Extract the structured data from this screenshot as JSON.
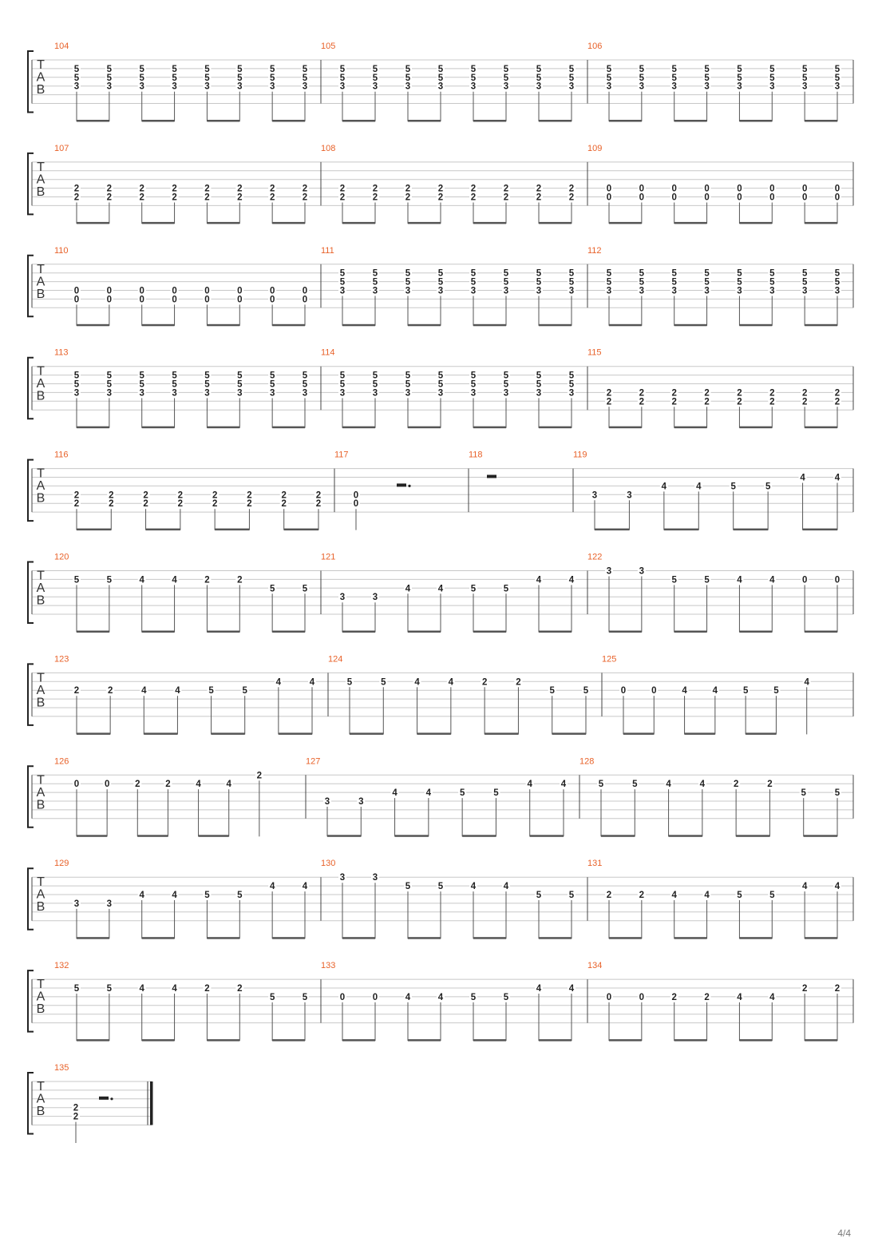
{
  "page": {
    "number": "4/4"
  },
  "clef": [
    "T",
    "A",
    "B"
  ],
  "colors": {
    "measure_number": "#e8622a",
    "staff_line": "#c8c8c8",
    "note": "#222222",
    "beam": "#555555"
  },
  "systems": [
    {
      "measures": [
        {
          "number": "104",
          "beats": [
            [
              "5@2",
              "5@3",
              "3@4"
            ],
            [
              "5@2",
              "5@3",
              "3@4"
            ],
            [
              "5@2",
              "5@3",
              "3@4"
            ],
            [
              "5@2",
              "5@3",
              "3@4"
            ],
            [
              "5@2",
              "5@3",
              "3@4"
            ],
            [
              "5@2",
              "5@3",
              "3@4"
            ],
            [
              "5@2",
              "5@3",
              "3@4"
            ],
            [
              "5@2",
              "5@3",
              "3@4"
            ]
          ]
        },
        {
          "number": "105",
          "beats": [
            [
              "5@2",
              "5@3",
              "3@4"
            ],
            [
              "5@2",
              "5@3",
              "3@4"
            ],
            [
              "5@2",
              "5@3",
              "3@4"
            ],
            [
              "5@2",
              "5@3",
              "3@4"
            ],
            [
              "5@2",
              "5@3",
              "3@4"
            ],
            [
              "5@2",
              "5@3",
              "3@4"
            ],
            [
              "5@2",
              "5@3",
              "3@4"
            ],
            [
              "5@2",
              "5@3",
              "3@4"
            ]
          ]
        },
        {
          "number": "106",
          "beats": [
            [
              "5@2",
              "5@3",
              "3@4"
            ],
            [
              "5@2",
              "5@3",
              "3@4"
            ],
            [
              "5@2",
              "5@3",
              "3@4"
            ],
            [
              "5@2",
              "5@3",
              "3@4"
            ],
            [
              "5@2",
              "5@3",
              "3@4"
            ],
            [
              "5@2",
              "5@3",
              "3@4"
            ],
            [
              "5@2",
              "5@3",
              "3@4"
            ],
            [
              "5@2",
              "5@3",
              "3@4"
            ]
          ]
        }
      ]
    },
    {
      "measures": [
        {
          "number": "107",
          "beats": [
            [
              "2@4",
              "2@5"
            ],
            [
              "2@4",
              "2@5"
            ],
            [
              "2@4",
              "2@5"
            ],
            [
              "2@4",
              "2@5"
            ],
            [
              "2@4",
              "2@5"
            ],
            [
              "2@4",
              "2@5"
            ],
            [
              "2@4",
              "2@5"
            ],
            [
              "2@4",
              "2@5"
            ]
          ]
        },
        {
          "number": "108",
          "beats": [
            [
              "2@4",
              "2@5"
            ],
            [
              "2@4",
              "2@5"
            ],
            [
              "2@4",
              "2@5"
            ],
            [
              "2@4",
              "2@5"
            ],
            [
              "2@4",
              "2@5"
            ],
            [
              "2@4",
              "2@5"
            ],
            [
              "2@4",
              "2@5"
            ],
            [
              "2@4",
              "2@5"
            ]
          ]
        },
        {
          "number": "109",
          "beats": [
            [
              "0@4",
              "0@5"
            ],
            [
              "0@4",
              "0@5"
            ],
            [
              "0@4",
              "0@5"
            ],
            [
              "0@4",
              "0@5"
            ],
            [
              "0@4",
              "0@5"
            ],
            [
              "0@4",
              "0@5"
            ],
            [
              "0@4",
              "0@5"
            ],
            [
              "0@4",
              "0@5"
            ]
          ]
        }
      ]
    },
    {
      "measures": [
        {
          "number": "110",
          "beats": [
            [
              "0@4",
              "0@5"
            ],
            [
              "0@4",
              "0@5"
            ],
            [
              "0@4",
              "0@5"
            ],
            [
              "0@4",
              "0@5"
            ],
            [
              "0@4",
              "0@5"
            ],
            [
              "0@4",
              "0@5"
            ],
            [
              "0@4",
              "0@5"
            ],
            [
              "0@4",
              "0@5"
            ]
          ]
        },
        {
          "number": "111",
          "beats": [
            [
              "5@2",
              "5@3",
              "3@4"
            ],
            [
              "5@2",
              "5@3",
              "3@4"
            ],
            [
              "5@2",
              "5@3",
              "3@4"
            ],
            [
              "5@2",
              "5@3",
              "3@4"
            ],
            [
              "5@2",
              "5@3",
              "3@4"
            ],
            [
              "5@2",
              "5@3",
              "3@4"
            ],
            [
              "5@2",
              "5@3",
              "3@4"
            ],
            [
              "5@2",
              "5@3",
              "3@4"
            ]
          ]
        },
        {
          "number": "112",
          "beats": [
            [
              "5@2",
              "5@3",
              "3@4"
            ],
            [
              "5@2",
              "5@3",
              "3@4"
            ],
            [
              "5@2",
              "5@3",
              "3@4"
            ],
            [
              "5@2",
              "5@3",
              "3@4"
            ],
            [
              "5@2",
              "5@3",
              "3@4"
            ],
            [
              "5@2",
              "5@3",
              "3@4"
            ],
            [
              "5@2",
              "5@3",
              "3@4"
            ],
            [
              "5@2",
              "5@3",
              "3@4"
            ]
          ]
        }
      ]
    },
    {
      "measures": [
        {
          "number": "113",
          "beats": [
            [
              "5@2",
              "5@3",
              "3@4"
            ],
            [
              "5@2",
              "5@3",
              "3@4"
            ],
            [
              "5@2",
              "5@3",
              "3@4"
            ],
            [
              "5@2",
              "5@3",
              "3@4"
            ],
            [
              "5@2",
              "5@3",
              "3@4"
            ],
            [
              "5@2",
              "5@3",
              "3@4"
            ],
            [
              "5@2",
              "5@3",
              "3@4"
            ],
            [
              "5@2",
              "5@3",
              "3@4"
            ]
          ]
        },
        {
          "number": "114",
          "beats": [
            [
              "5@2",
              "5@3",
              "3@4"
            ],
            [
              "5@2",
              "5@3",
              "3@4"
            ],
            [
              "5@2",
              "5@3",
              "3@4"
            ],
            [
              "5@2",
              "5@3",
              "3@4"
            ],
            [
              "5@2",
              "5@3",
              "3@4"
            ],
            [
              "5@2",
              "5@3",
              "3@4"
            ],
            [
              "5@2",
              "5@3",
              "3@4"
            ],
            [
              "5@2",
              "5@3",
              "3@4"
            ]
          ]
        },
        {
          "number": "115",
          "beats": [
            [
              "2@4",
              "2@5"
            ],
            [
              "2@4",
              "2@5"
            ],
            [
              "2@4",
              "2@5"
            ],
            [
              "2@4",
              "2@5"
            ],
            [
              "2@4",
              "2@5"
            ],
            [
              "2@4",
              "2@5"
            ],
            [
              "2@4",
              "2@5"
            ],
            [
              "2@4",
              "2@5"
            ]
          ]
        }
      ]
    },
    {
      "measures": [
        {
          "number": "116",
          "beats": [
            [
              "2@4",
              "2@5"
            ],
            [
              "2@4",
              "2@5"
            ],
            [
              "2@4",
              "2@5"
            ],
            [
              "2@4",
              "2@5"
            ],
            [
              "2@4",
              "2@5"
            ],
            [
              "2@4",
              "2@5"
            ],
            [
              "2@4",
              "2@5"
            ],
            [
              "2@4",
              "2@5"
            ]
          ]
        },
        {
          "number": "117",
          "beats": [
            [
              "0@4",
              "0@5"
            ]
          ],
          "rest": "dotted-half",
          "single": true
        },
        {
          "number": "118",
          "beats": [],
          "rest": "whole"
        },
        {
          "number": "119",
          "beats": [
            [
              "3@4"
            ],
            [
              "3@4"
            ],
            [
              "4@3"
            ],
            [
              "4@3"
            ],
            [
              "5@3"
            ],
            [
              "5@3"
            ],
            [
              "4@2"
            ],
            [
              "4@2"
            ]
          ]
        }
      ]
    },
    {
      "measures": [
        {
          "number": "120",
          "beats": [
            [
              "5@2"
            ],
            [
              "5@2"
            ],
            [
              "4@2"
            ],
            [
              "4@2"
            ],
            [
              "2@2"
            ],
            [
              "2@2"
            ],
            [
              "5@3"
            ],
            [
              "5@3"
            ]
          ]
        },
        {
          "number": "121",
          "beats": [
            [
              "3@4"
            ],
            [
              "3@4"
            ],
            [
              "4@3"
            ],
            [
              "4@3"
            ],
            [
              "5@3"
            ],
            [
              "5@3"
            ],
            [
              "4@2"
            ],
            [
              "4@2"
            ]
          ]
        },
        {
          "number": "122",
          "beats": [
            [
              "3@1"
            ],
            [
              "3@1"
            ],
            [
              "5@2"
            ],
            [
              "5@2"
            ],
            [
              "4@2"
            ],
            [
              "4@2"
            ],
            [
              "0@2"
            ],
            [
              "0@2"
            ]
          ]
        }
      ]
    },
    {
      "measures": [
        {
          "number": "123",
          "beats": [
            [
              "2@3"
            ],
            [
              "2@3"
            ],
            [
              "4@3"
            ],
            [
              "4@3"
            ],
            [
              "5@3"
            ],
            [
              "5@3"
            ],
            [
              "4@2"
            ],
            [
              "4@2"
            ]
          ]
        },
        {
          "number": "124",
          "beats": [
            [
              "5@2"
            ],
            [
              "5@2"
            ],
            [
              "4@2"
            ],
            [
              "4@2"
            ],
            [
              "2@2"
            ],
            [
              "2@2"
            ],
            [
              "5@3"
            ],
            [
              "5@3"
            ]
          ]
        },
        {
          "number": "125",
          "beats": [
            [
              "0@3"
            ],
            [
              "0@3"
            ],
            [
              "4@3"
            ],
            [
              "4@3"
            ],
            [
              "5@3"
            ],
            [
              "5@3"
            ],
            [
              "4@2"
            ]
          ],
          "last_single": true
        }
      ]
    },
    {
      "measures": [
        {
          "number": "126",
          "beats": [
            [
              "0@2"
            ],
            [
              "0@2"
            ],
            [
              "2@2"
            ],
            [
              "2@2"
            ],
            [
              "4@2"
            ],
            [
              "4@2"
            ],
            [
              "2@1"
            ]
          ],
          "last_single": true
        },
        {
          "number": "127",
          "beats": [
            [
              "3@4"
            ],
            [
              "3@4"
            ],
            [
              "4@3"
            ],
            [
              "4@3"
            ],
            [
              "5@3"
            ],
            [
              "5@3"
            ],
            [
              "4@2"
            ],
            [
              "4@2"
            ]
          ]
        },
        {
          "number": "128",
          "beats": [
            [
              "5@2"
            ],
            [
              "5@2"
            ],
            [
              "4@2"
            ],
            [
              "4@2"
            ],
            [
              "2@2"
            ],
            [
              "2@2"
            ],
            [
              "5@3"
            ],
            [
              "5@3"
            ]
          ]
        }
      ]
    },
    {
      "measures": [
        {
          "number": "129",
          "beats": [
            [
              "3@4"
            ],
            [
              "3@4"
            ],
            [
              "4@3"
            ],
            [
              "4@3"
            ],
            [
              "5@3"
            ],
            [
              "5@3"
            ],
            [
              "4@2"
            ],
            [
              "4@2"
            ]
          ]
        },
        {
          "number": "130",
          "beats": [
            [
              "3@1"
            ],
            [
              "3@1"
            ],
            [
              "5@2"
            ],
            [
              "5@2"
            ],
            [
              "4@2"
            ],
            [
              "4@2"
            ],
            [
              "5@3"
            ],
            [
              "5@3"
            ]
          ]
        },
        {
          "number": "131",
          "beats": [
            [
              "2@3"
            ],
            [
              "2@3"
            ],
            [
              "4@3"
            ],
            [
              "4@3"
            ],
            [
              "5@3"
            ],
            [
              "5@3"
            ],
            [
              "4@2"
            ],
            [
              "4@2"
            ]
          ]
        }
      ]
    },
    {
      "measures": [
        {
          "number": "132",
          "beats": [
            [
              "5@2"
            ],
            [
              "5@2"
            ],
            [
              "4@2"
            ],
            [
              "4@2"
            ],
            [
              "2@2"
            ],
            [
              "2@2"
            ],
            [
              "5@3"
            ],
            [
              "5@3"
            ]
          ]
        },
        {
          "number": "133",
          "beats": [
            [
              "0@3"
            ],
            [
              "0@3"
            ],
            [
              "4@3"
            ],
            [
              "4@3"
            ],
            [
              "5@3"
            ],
            [
              "5@3"
            ],
            [
              "4@2"
            ],
            [
              "4@2"
            ]
          ]
        },
        {
          "number": "134",
          "beats": [
            [
              "0@3"
            ],
            [
              "0@3"
            ],
            [
              "2@3"
            ],
            [
              "2@3"
            ],
            [
              "4@3"
            ],
            [
              "4@3"
            ],
            [
              "2@2"
            ],
            [
              "2@2"
            ]
          ]
        }
      ]
    },
    {
      "final": true,
      "measures": [
        {
          "number": "135",
          "beats": [
            [
              "2@4",
              "2@5"
            ]
          ],
          "rest": "dotted-half",
          "single": true
        }
      ]
    }
  ]
}
